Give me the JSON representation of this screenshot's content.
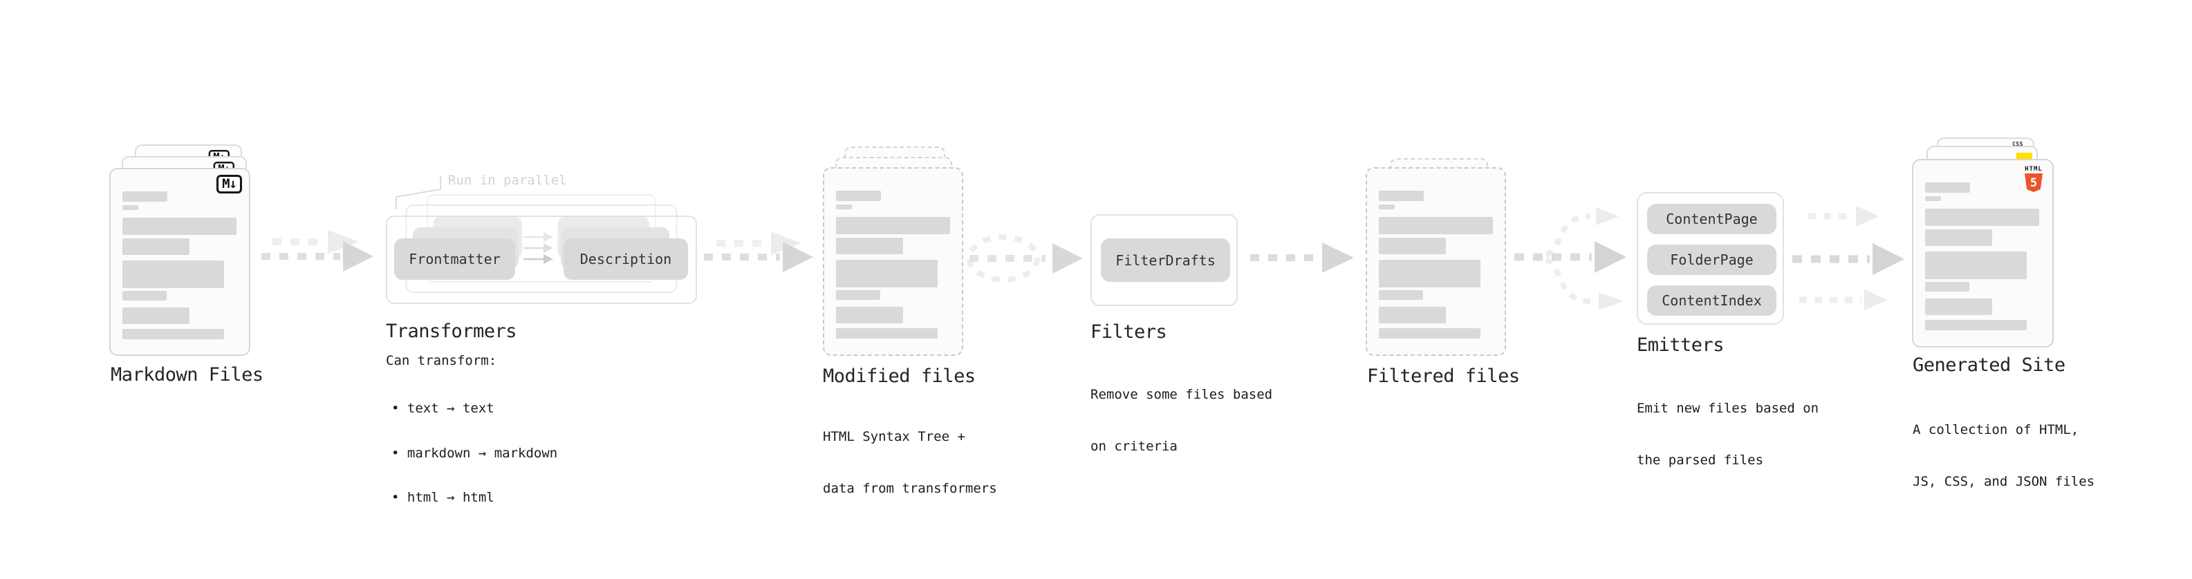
{
  "stages": {
    "markdown": {
      "label": "Markdown Files",
      "badge": "M↓"
    },
    "transformers": {
      "label": "Transformers",
      "annotation": "Run in parallel",
      "pill_left": "Frontmatter",
      "pill_right": "Description",
      "desc_title": "Can transform:",
      "bullets": [
        "• text → text",
        "• markdown → markdown",
        "• html → html"
      ]
    },
    "modified": {
      "label": "Modified files",
      "desc_line1": "HTML Syntax Tree +",
      "desc_line2": "data from transformers"
    },
    "filters": {
      "label": "Filters",
      "pill": "FilterDrafts",
      "desc_line1": "Remove some files based",
      "desc_line2": "on criteria"
    },
    "filtered": {
      "label": "Filtered files"
    },
    "emitters": {
      "label": "Emitters",
      "pills": [
        "ContentPage",
        "FolderPage",
        "ContentIndex"
      ],
      "desc_line1": "Emit new files based on",
      "desc_line2": "the parsed files"
    },
    "generated": {
      "label": "Generated Site",
      "desc_line1": "A collection of HTML,",
      "desc_line2": "JS, CSS, and JSON files",
      "badge_css": "CSS",
      "badge_html_word": "HTML",
      "badge_html_number": "5"
    }
  },
  "colors": {
    "accent_js_yellow": "#ffe000",
    "accent_css_blue": "#2e6cf6",
    "accent_html_orange": "#ea552b",
    "arrow_gray": "#d8d8d8",
    "skeleton_gray": "#d9d9d9"
  }
}
